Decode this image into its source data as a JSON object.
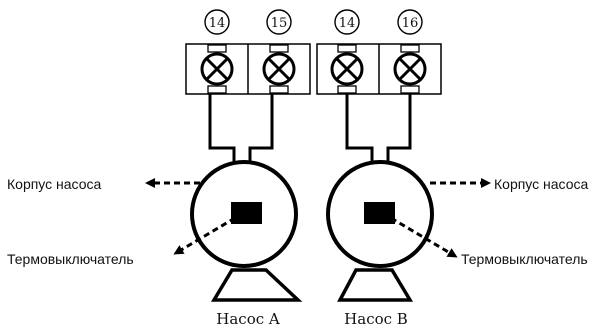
{
  "terminals": [
    {
      "number": "14"
    },
    {
      "number": "15"
    },
    {
      "number": "14"
    },
    {
      "number": "16"
    }
  ],
  "pumps": [
    {
      "name": "Насос A",
      "housing_label": "Корпус насоса",
      "thermal_switch_label": "Термовыключатель"
    },
    {
      "name": "Насос B",
      "housing_label": "Корпус насоса",
      "thermal_switch_label": "Термовыключатель"
    }
  ],
  "colors": {
    "line": "#000000",
    "background": "#ffffff"
  }
}
